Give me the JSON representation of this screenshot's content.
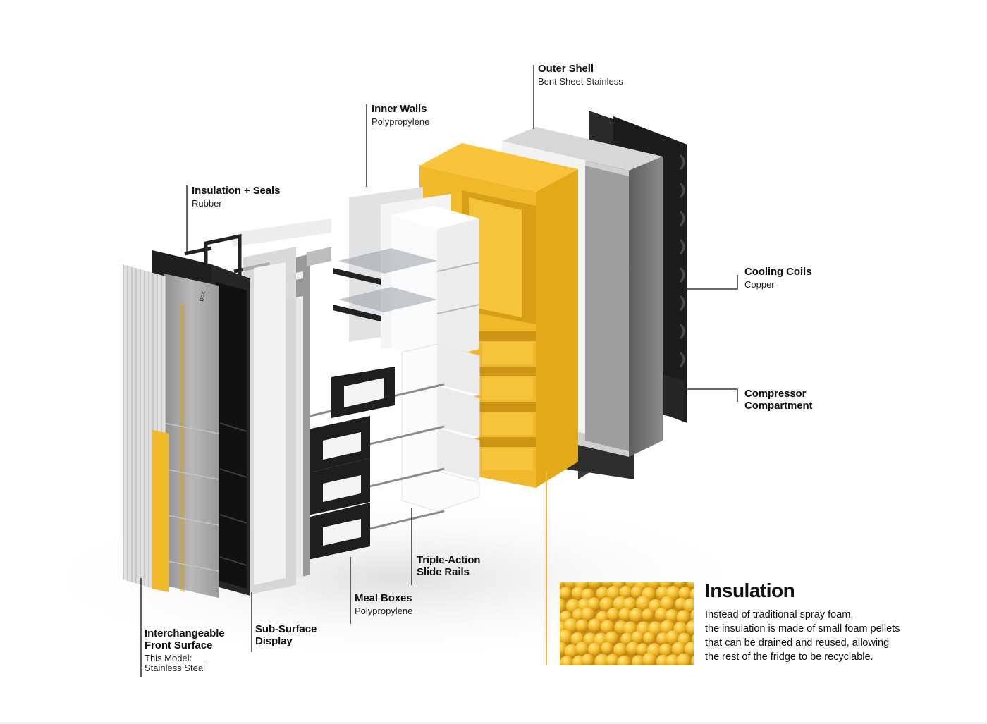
{
  "colors": {
    "accent": "#f2b82c",
    "dark": "#1f1f1f",
    "grey": "#9a9a9a",
    "light": "#e8e8e8"
  },
  "labels": {
    "outer_shell": {
      "title": "Outer Shell",
      "sub": "Bent Sheet Stainless"
    },
    "inner_walls": {
      "title": "Inner Walls",
      "sub": "Polypropylene"
    },
    "insulation_seals": {
      "title": "Insulation + Seals",
      "sub": "Rubber"
    },
    "cooling_coils": {
      "title": "Cooling Coils",
      "sub": "Copper"
    },
    "compressor": {
      "title": "Compressor",
      "title2": "Compartment"
    },
    "slide_rails": {
      "title": "Triple-Action",
      "title2": "Slide Rails"
    },
    "meal_boxes": {
      "title": "Meal Boxes",
      "sub": "Polypropylene"
    },
    "sub_surface": {
      "title": "Sub-Surface",
      "title2": "Display"
    },
    "front_surface": {
      "title": "Interchangeable",
      "title2": "Front Surface",
      "sub": "This Model:",
      "sub2": "Stainless Steal"
    }
  },
  "logo_text": "box",
  "insulation_panel": {
    "title": "Insulation",
    "lines": [
      "Instead of traditional spray foam,",
      "the insulation is made of small foam pellets",
      "that can be drained and reused, allowing",
      "the rest of the fridge to be recyclable."
    ]
  }
}
